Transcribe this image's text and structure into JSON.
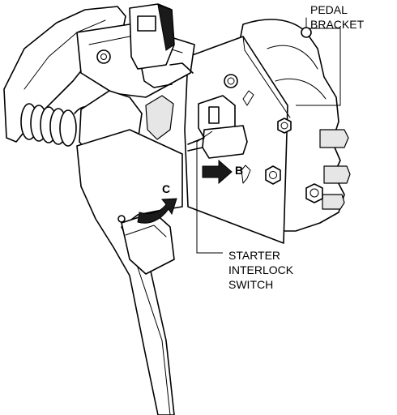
{
  "labels": {
    "pedal_bracket": [
      "PEDAL",
      "BRACKET"
    ],
    "starter_interlock_switch": [
      "STARTER",
      "INTERLOCK",
      "SWITCH"
    ],
    "arrow_b": "B",
    "arrow_c": "C"
  }
}
